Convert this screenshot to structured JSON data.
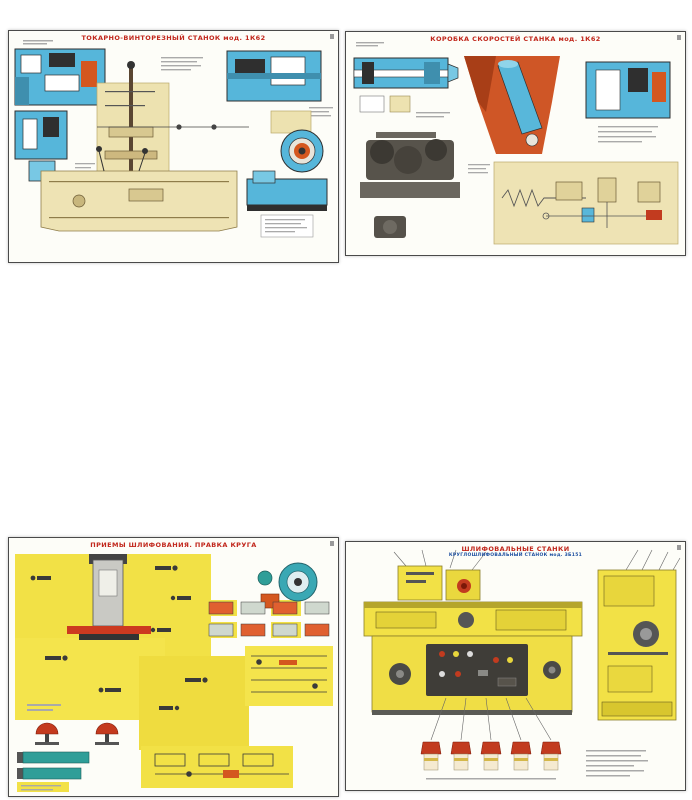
{
  "page": {
    "background": "#ffffff"
  },
  "posters": {
    "top_left": {
      "title": "ТОКАРНО-ВИНТОРЕЗНЫЙ СТАНОК мод. 1К62"
    },
    "top_right": {
      "title": "КОРОБКА СКОРОСТЕЙ СТАНКА мод. 1К62"
    },
    "bottom_left": {
      "title": "ПРИЕМЫ ШЛИФОВАНИЯ. ПРАВКА КРУГА"
    },
    "bottom_right": {
      "title": "ШЛИФОВАЛЬНЫЕ СТАНКИ",
      "subtitle": "КРУГЛОШЛИФОВАЛЬНЫЙ СТАНОК мод. 3Б151"
    }
  },
  "colors": {
    "accent_red": "#c1271c",
    "blue": "#56b6da",
    "blue_dark": "#3f8fae",
    "beige": "#ede2b0",
    "yellow": "#f2e146",
    "orange": "#d4571f",
    "teal": "#2f9e98"
  }
}
